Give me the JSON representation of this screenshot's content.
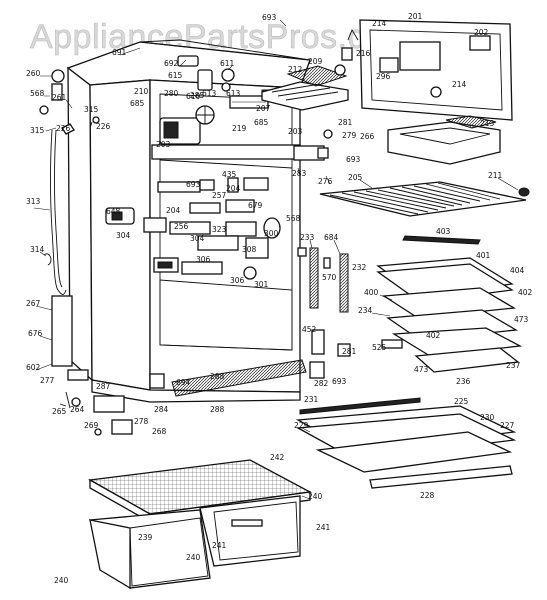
{
  "watermark": "AppliancePartsPros.com",
  "part_labels": [
    "693",
    "214",
    "201",
    "202",
    "691",
    "692",
    "611",
    "615",
    "610",
    "613",
    "260",
    "568",
    "261",
    "315",
    "315",
    "226",
    "226",
    "685",
    "210",
    "280",
    "285",
    "613",
    "685",
    "207",
    "212",
    "209",
    "216",
    "296",
    "214",
    "213",
    "266",
    "281",
    "279",
    "693",
    "219",
    "203",
    "203",
    "283",
    "276",
    "205",
    "211",
    "693",
    "435",
    "204",
    "257",
    "204",
    "648",
    "256",
    "304",
    "304",
    "323",
    "308",
    "306",
    "306",
    "301",
    "300",
    "568",
    "679",
    "313",
    "314",
    "233",
    "684",
    "570",
    "232",
    "403",
    "401",
    "404",
    "402",
    "400",
    "234",
    "473",
    "525",
    "402",
    "236",
    "237",
    "473",
    "267",
    "676",
    "452",
    "281",
    "602",
    "277",
    "287",
    "265",
    "264",
    "694",
    "288",
    "288",
    "284",
    "282",
    "693",
    "278",
    "269",
    "268",
    "231",
    "225",
    "230",
    "229",
    "227",
    "242",
    "228",
    "240",
    "239",
    "241",
    "240",
    "241",
    "240"
  ]
}
